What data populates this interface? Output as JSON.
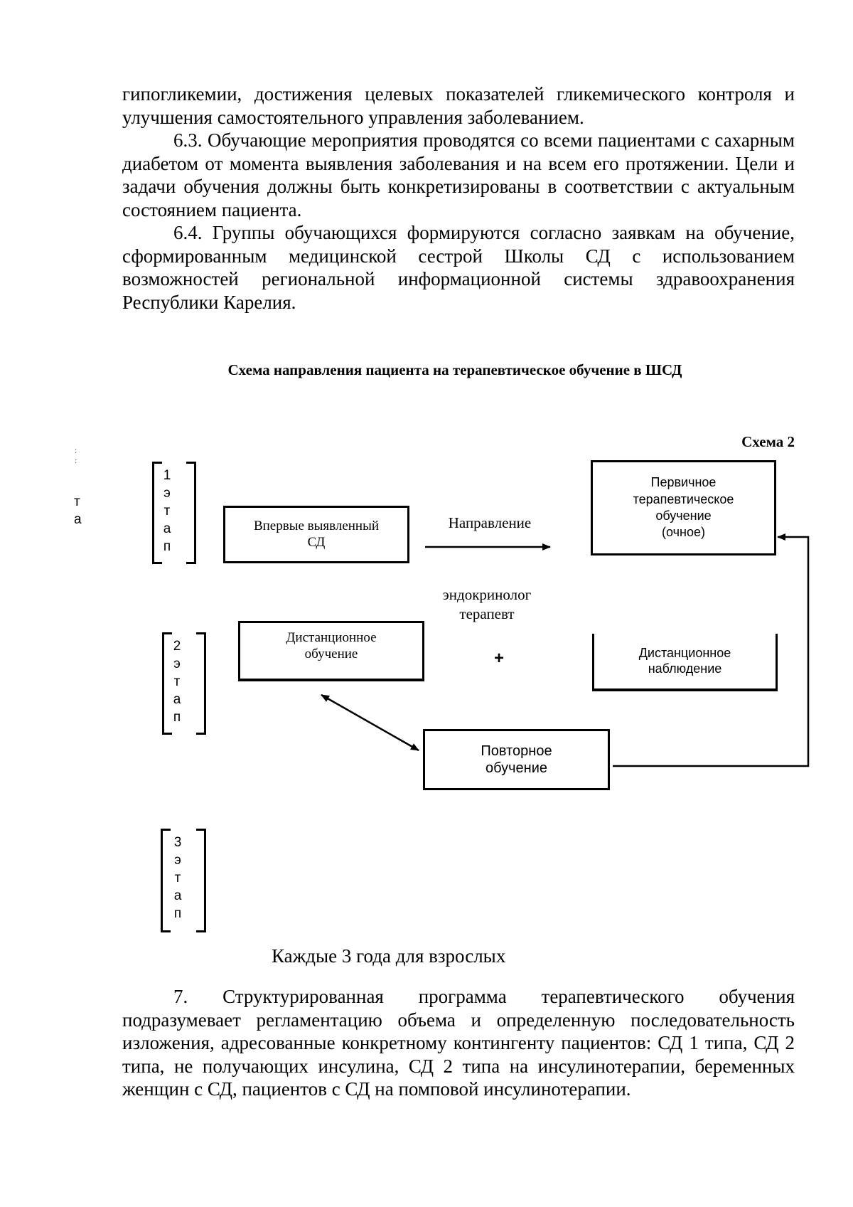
{
  "paragraphs": [
    "гипогликемии, достижения целевых показателей гликемического контроля и улучшения самостоятельного управления заболеванием.",
    "6.3. Обучающие мероприятия проводятся со всеми пациентами с сахарным диабетом от момента выявления заболевания и на всем его протяжении. Цели и задачи обучения должны быть конкретизированы в соответствии с актуальным состоянием пациента.",
    "6.4. Группы обучающихся формируются согласно заявкам на обучение, сформированным медицинской сестрой Школы СД с использованием возможностей региональной информационной системы здравоохранения Республики Карелия."
  ],
  "diagram": {
    "title": "Схема направления пациента на терапевтическое обучение в ШСД",
    "scheme_label": "Схема 2",
    "stages": [
      {
        "letters": [
          "1",
          "э",
          "т",
          "а",
          "п"
        ]
      },
      {
        "letters": [
          "2",
          "э",
          "т",
          "а",
          "п"
        ]
      },
      {
        "letters": [
          "3",
          "э",
          "т",
          "а",
          "п"
        ]
      }
    ],
    "margin_letters": [
      "т",
      "а"
    ],
    "margin_dots": ":",
    "boxes": {
      "newly_detected": [
        "Впервые выявленный",
        "СД"
      ],
      "primary_training": [
        "Первичное",
        "терапевтическое",
        "обучение",
        "(очное)"
      ],
      "distance_training": [
        "Дистанционное",
        "обучение"
      ],
      "distance_monitoring": [
        "Дистанционное",
        "наблюдение"
      ],
      "repeat_training": [
        "Повторное",
        "обучение"
      ]
    },
    "referral_label": "Направление",
    "specialists": [
      "эндокринолог",
      "терапевт"
    ],
    "plus_sign": "+",
    "caption": "Каждые 3 года для взрослых"
  },
  "closing_paragraph": "7. Структурированная программа терапевтического обучения подразумевает регламентацию объема и определенную последовательность изложения, адресованные конкретному контингенту пациентов: СД 1 типа, СД 2 типа, не получающих инсулина, СД 2 типа на инсулинотерапии, беременных женщин с СД, пациентов с СД на помповой инсулинотерапии."
}
